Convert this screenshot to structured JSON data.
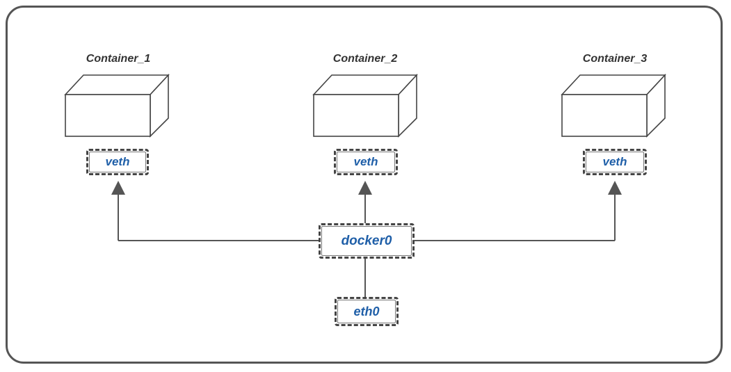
{
  "containers": [
    {
      "title": "Container_1",
      "iface": "veth"
    },
    {
      "title": "Container_2",
      "iface": "veth"
    },
    {
      "title": "Container_3",
      "iface": "veth"
    }
  ],
  "bridge": {
    "label": "docker0"
  },
  "host": {
    "label": "eth0"
  },
  "colors": {
    "frame": "#555555",
    "line": "#555555",
    "label_text": "#1f5fa8"
  }
}
